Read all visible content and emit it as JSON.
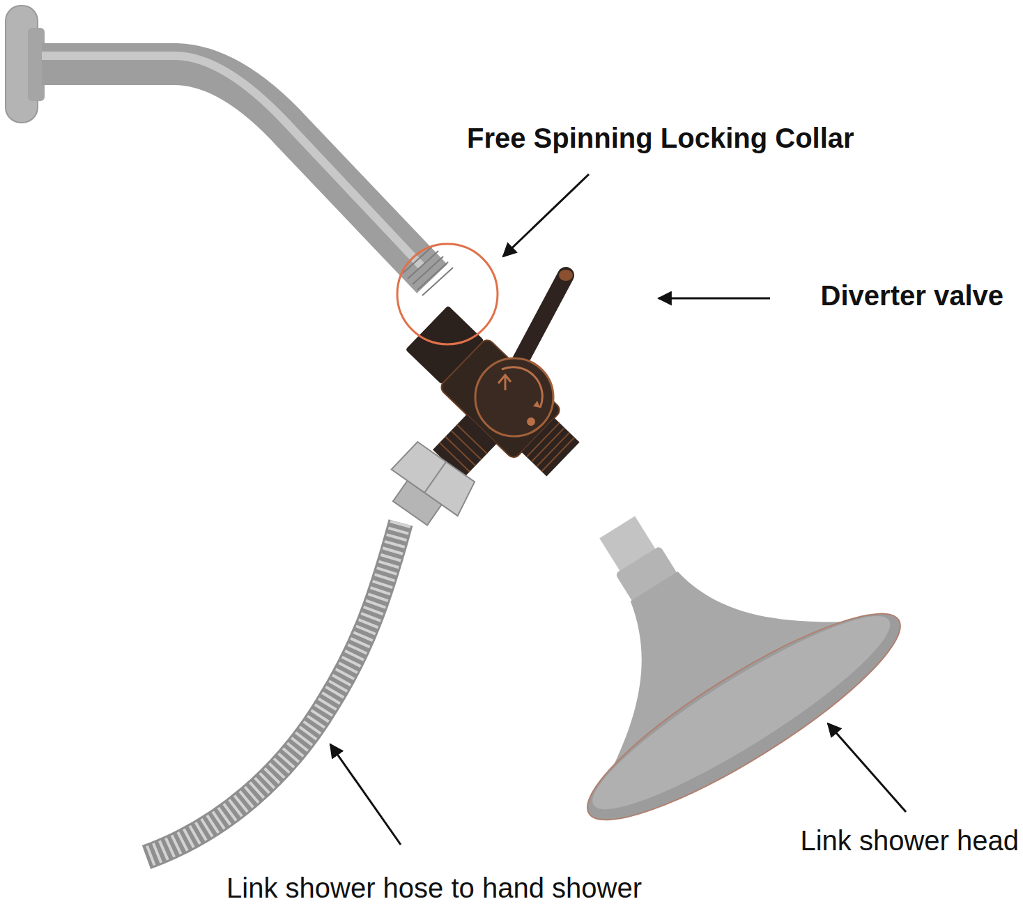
{
  "diagram": {
    "labels": [
      "Free Spinning Locking Collar",
      "Diverter valve",
      "Link shower head",
      "Link shower hose to hand shower"
    ]
  }
}
